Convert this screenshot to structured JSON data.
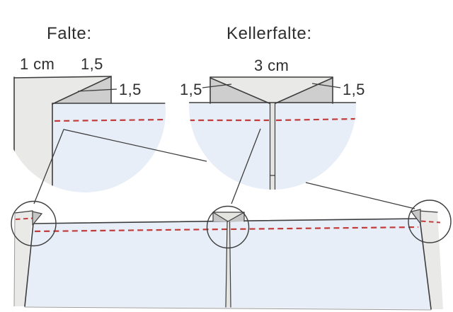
{
  "headings": {
    "falte": "Falte:",
    "kellerfalte": "Kellerfalte:"
  },
  "measurements": {
    "falte_hem_width": "1 cm",
    "falte_fold_top": "1,5",
    "falte_fold_side": "1,5",
    "keller_total_width": "3 cm",
    "keller_fold_left": "1,5",
    "keller_fold_right": "1,5"
  },
  "colors": {
    "background": "#ffffff",
    "fabric_blue": "#e8eef8",
    "gray_light": "#e9e9e7",
    "gray_fold": "#cecece",
    "gray_corner": "#c6c6c6",
    "gray_slit": "#e4e4e1",
    "line_dark": "#3d3d3d",
    "stitch_red": "#c23b3b"
  }
}
